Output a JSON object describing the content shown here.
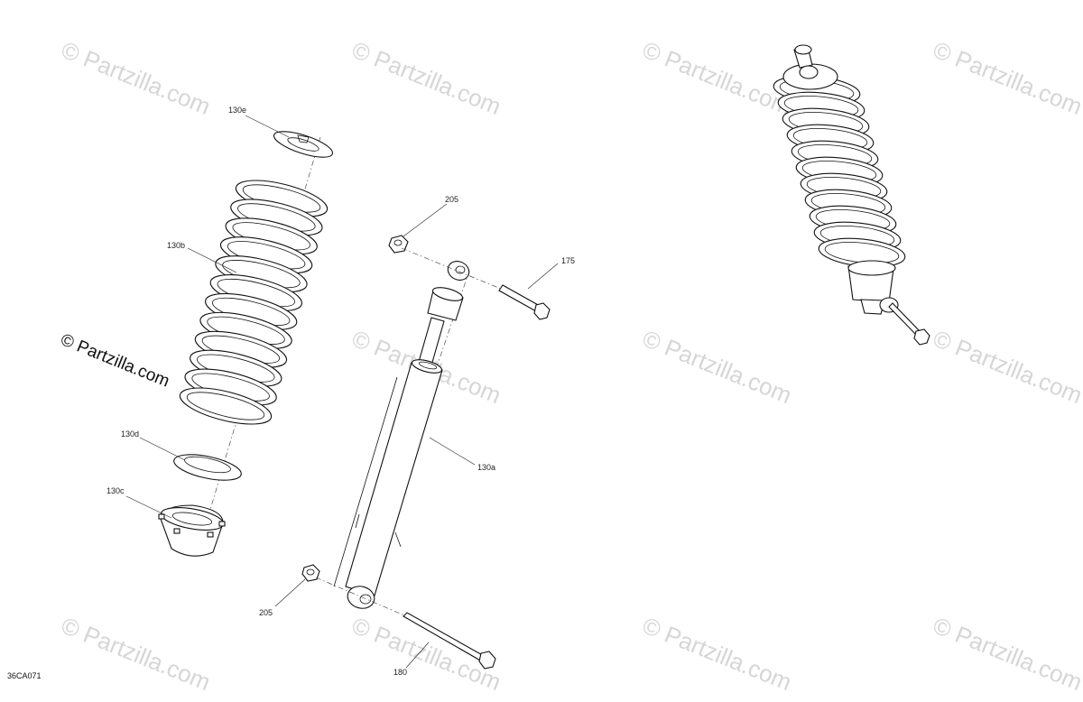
{
  "diagram": {
    "id_label": "36CA071"
  },
  "watermark": {
    "text": "© Partzilla.com",
    "strong_text": "© Partzilla.com"
  },
  "callouts": {
    "c130e": "130e",
    "c130b": "130b",
    "c130d": "130d",
    "c130c": "130c",
    "c205_top": "205",
    "c175": "175",
    "c130a": "130a",
    "c205_bottom": "205",
    "c180": "180"
  }
}
